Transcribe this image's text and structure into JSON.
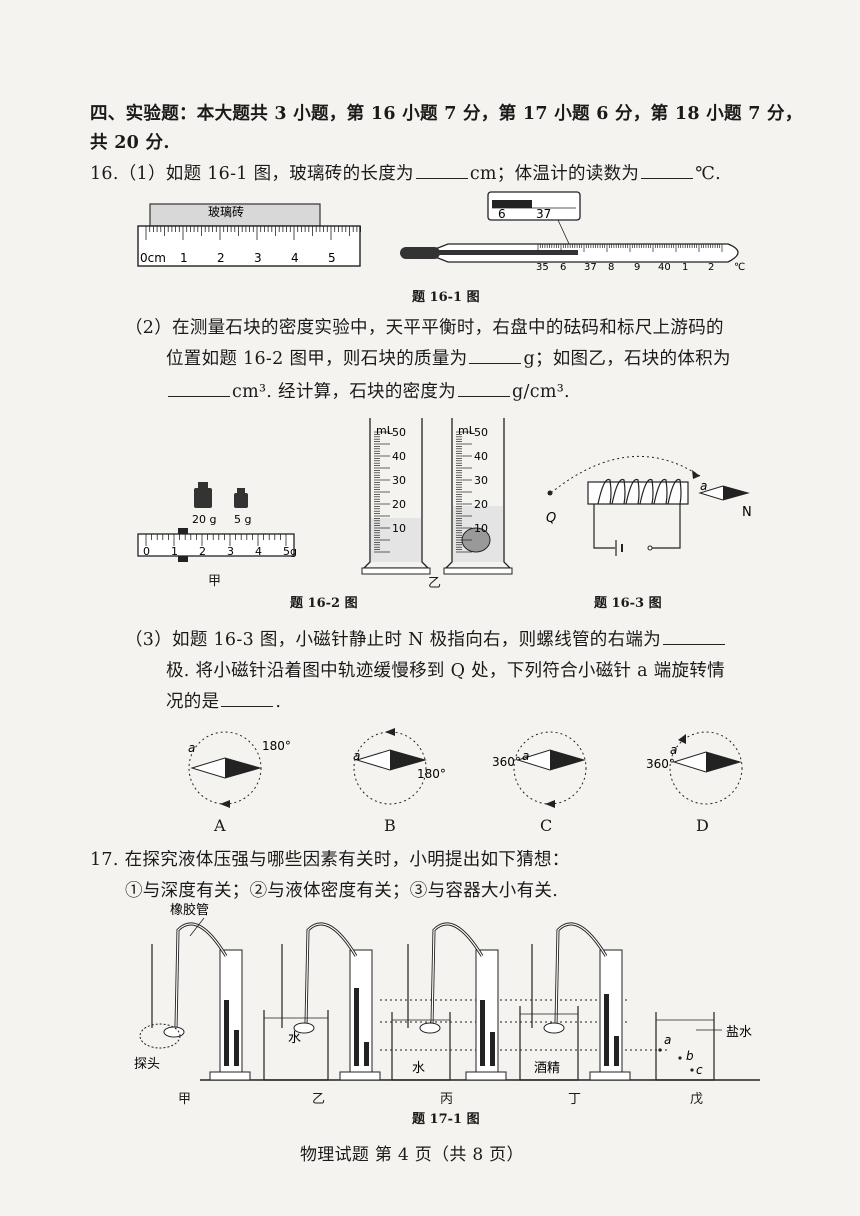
{
  "section": {
    "title": "四、实验题：本大题共 3 小题，第 16 小题 7 分，第 17 小题 6 分，第 18 小题 7 分，",
    "title_cont": "共 20 分."
  },
  "q16": {
    "part1_a": "16.（1）如题 16-1 图，玻璃砖的长度为",
    "part1_b": "cm；体温计的读数为",
    "part1_c": "℃.",
    "fig1_caption": "题 16-1 图",
    "ruler_glass_label": "玻璃砖",
    "ruler_ticks": [
      "0cm",
      "1",
      "2",
      "3",
      "4",
      "5"
    ],
    "thermo_zoom": [
      "6",
      "37"
    ],
    "thermo_scale": [
      "35",
      "6",
      "37",
      "8",
      "9",
      "40",
      "1",
      "2",
      "℃"
    ],
    "part2_line1": "（2）在测量石块的密度实验中，天平平衡时，右盘中的砝码和标尺上游码的",
    "part2_line2_a": "位置如题 16-2 图甲，则石块的质量为",
    "part2_line2_b": "g；如图乙，石块的体积为",
    "part2_line3_a": "cm³. 经计算，石块的密度为",
    "part2_line3_b": "g/cm³.",
    "weights": [
      "20 g",
      "5 g"
    ],
    "scale_ticks": [
      "0",
      "1",
      "2",
      "3",
      "4",
      "5g"
    ],
    "cylinder_unit": "mL",
    "cylinder_ticks": [
      "50",
      "40",
      "30",
      "20",
      "10"
    ],
    "fig2_label_jia": "甲",
    "fig2_label_yi": "乙",
    "fig2_caption": "题 16-2 图",
    "fig3_caption": "题 16-3 图",
    "fig3_Q": "Q",
    "fig3_a": "a",
    "fig3_N": "N",
    "part3_line1_a": "（3）如题 16-3 图，小磁针静止时 N 极指向右，则螺线管的右端为",
    "part3_line2": "极. 将小磁针沿着图中轨迹缓慢移到 Q 处，下列符合小磁针 a 端旋转情",
    "part3_line3": "况的是",
    "part3_line3_end": ".",
    "options": [
      {
        "letter": "A",
        "angle": "180°",
        "a": "a"
      },
      {
        "letter": "B",
        "angle": "180°",
        "a": "a"
      },
      {
        "letter": "C",
        "angle": "360°",
        "a": "a"
      },
      {
        "letter": "D",
        "angle": "360°",
        "a": "a"
      }
    ]
  },
  "q17": {
    "line1": "17.  在探究液体压强与哪些因素有关时，小明提出如下猜想：",
    "line2": "①与深度有关；②与液体密度有关；③与容器大小有关.",
    "tube_label": "橡胶管",
    "probe_label": "探头",
    "liquids": [
      "水",
      "水",
      "酒精",
      "盐水"
    ],
    "points": [
      "a",
      "b",
      "c"
    ],
    "panel_labels": [
      "甲",
      "乙",
      "丙",
      "丁",
      "戊"
    ],
    "caption": "题 17-1 图"
  },
  "footer": "物理试题   第 4 页（共 8 页）"
}
